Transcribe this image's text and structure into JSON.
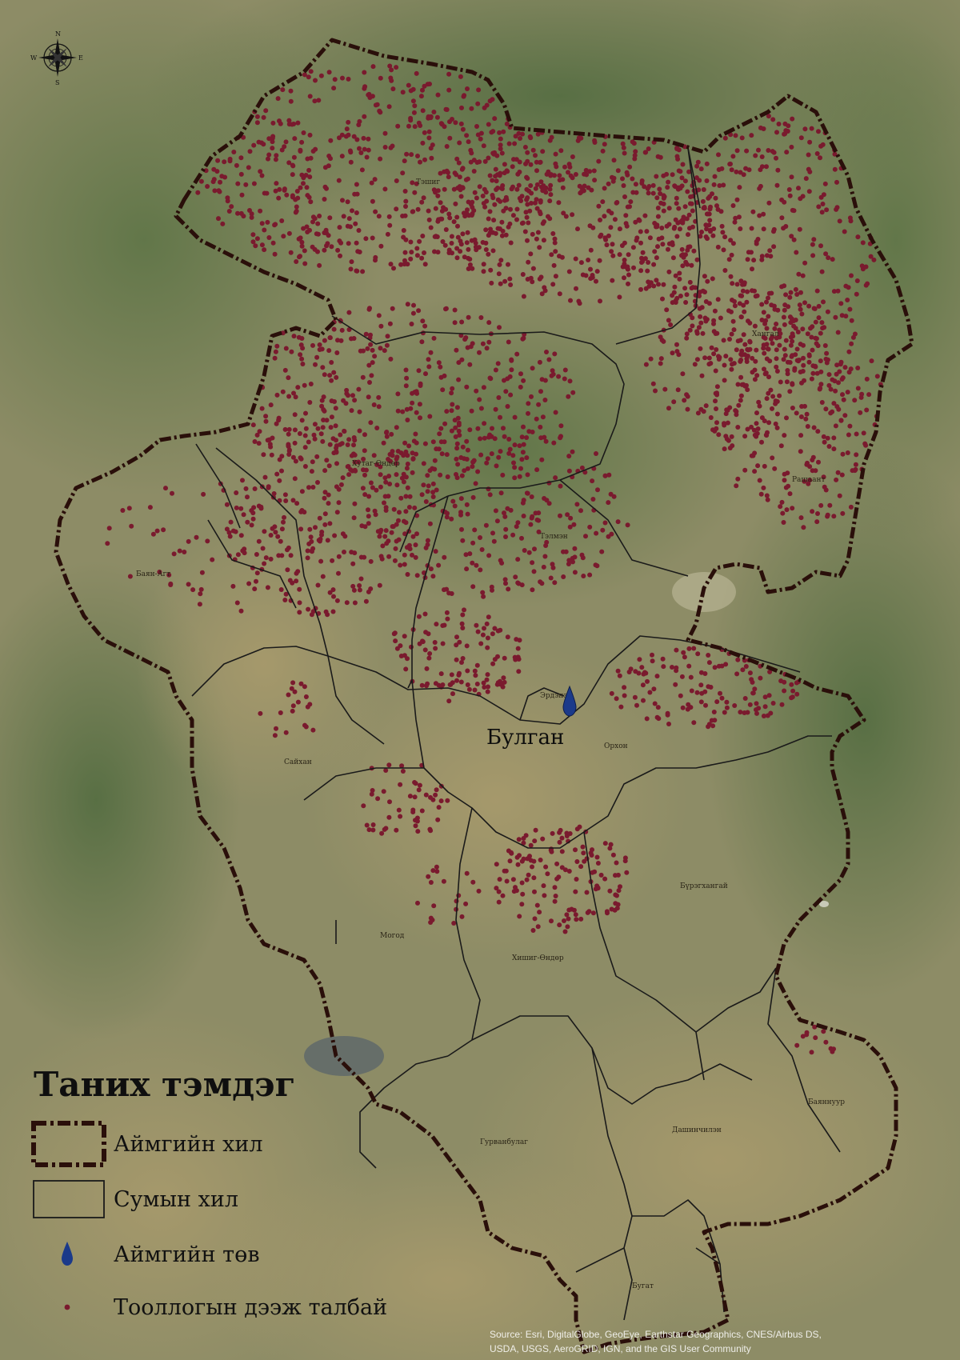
{
  "legend": {
    "title": "Таних тэмдэг",
    "items": [
      {
        "label": "Аймгийн хил",
        "symbol": "province-boundary"
      },
      {
        "label": "Сумын хил",
        "symbol": "soum-boundary"
      },
      {
        "label": "Аймгийн төв",
        "symbol": "pin-icon"
      },
      {
        "label": "Тооллогын дээж талбай",
        "symbol": "sample-dot"
      }
    ]
  },
  "center_label": "Булган",
  "compass": {
    "n": "N",
    "s": "S",
    "e": "E",
    "w": "W"
  },
  "soum_labels": [
    "Тэшиг",
    "Хутаг-Өндөр",
    "Хангал",
    "Тэлмэн",
    "Рашаант",
    "Баян-Агт",
    "Могод",
    "Сайхан",
    "Орхон",
    "Бүрэгхангай",
    "Хишиг-Өндөр",
    "Гурванбулаг",
    "Дашинчилэн",
    "Баяннуур",
    "Бугат",
    "Эрдэнэт"
  ],
  "attribution": {
    "line1": "Source: Esri, DigitalGlobe, GeoEye, Earthstar Geographics, CNES/Airbus DS,",
    "line2": "USDA, USGS, AeroGRID, IGN, and the GIS User Community"
  },
  "colors": {
    "province_boundary": "#2a0f0a",
    "soum_boundary": "#1a1a1a",
    "sample_dot": "#7a1a2e",
    "center_pin": "#1b3a8a",
    "terrain_green": "#6f7f52",
    "terrain_tan": "#9d9467"
  }
}
